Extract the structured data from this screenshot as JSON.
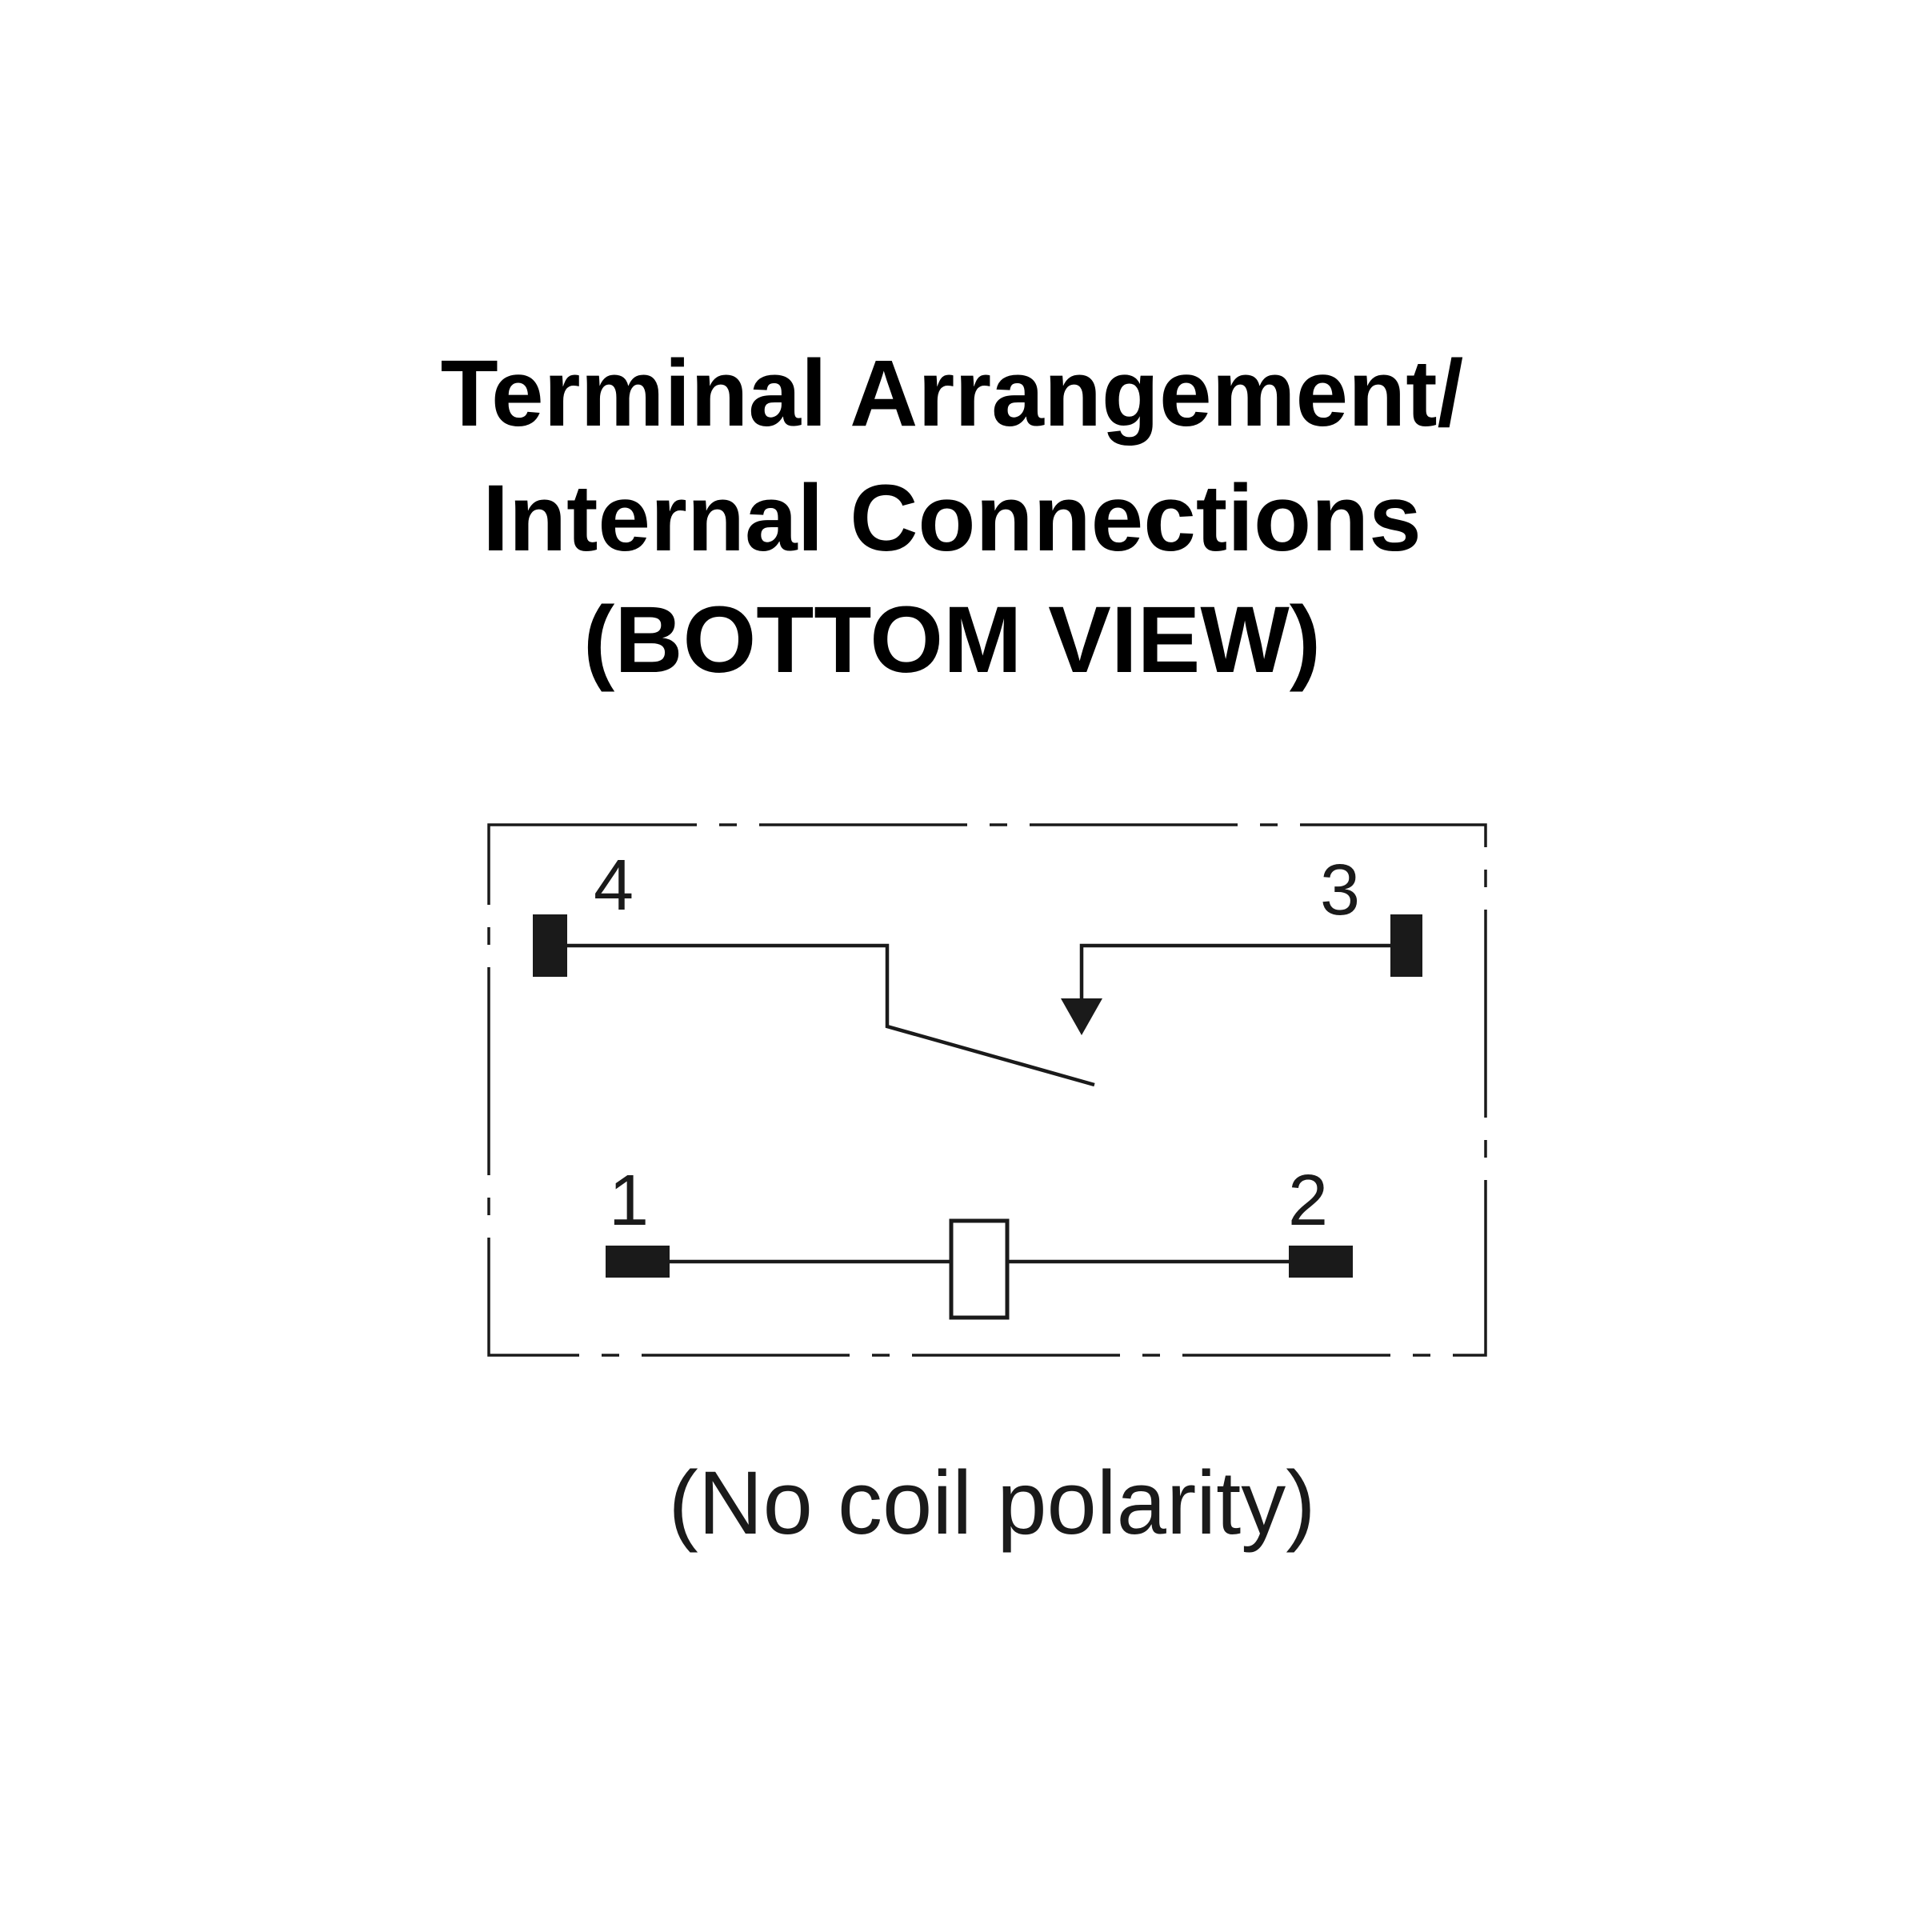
{
  "title": {
    "line1": "Terminal Arrangement/",
    "line2": "Internal Connections",
    "line3": "(BOTTOM VIEW)"
  },
  "terminals": {
    "pin4": "4",
    "pin3": "3",
    "pin1": "1",
    "pin2": "2"
  },
  "note": "(No coil polarity)",
  "colors": {
    "ink": "#1a1a1a",
    "background": "#ffffff"
  }
}
